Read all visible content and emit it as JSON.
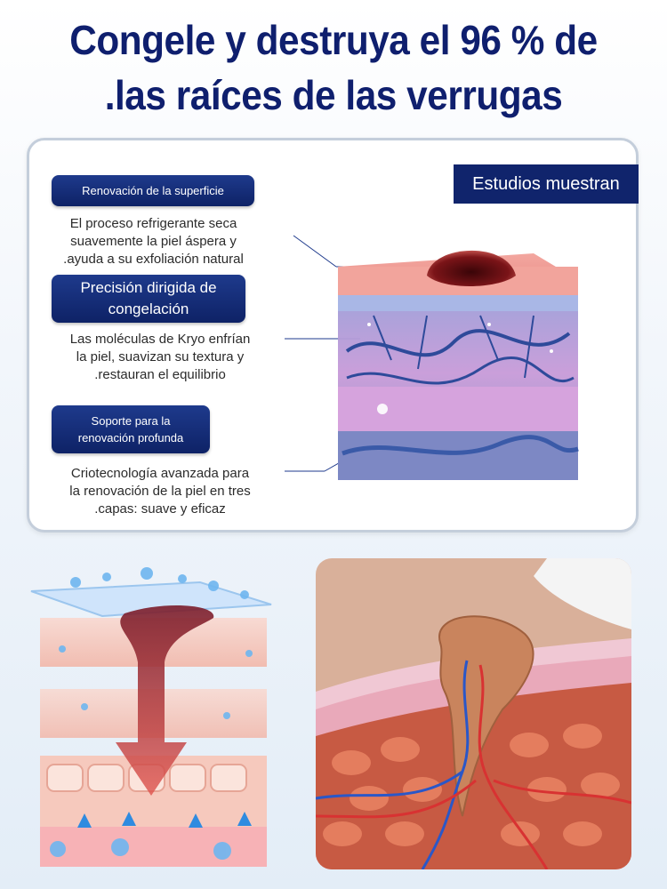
{
  "headline": {
    "line1": "Congele y destruya el 96 % de",
    "line2": ".las raíces de las verrugas"
  },
  "badge": {
    "label": "Estudios muestran"
  },
  "features": [
    {
      "title": "Renovación de la superficie",
      "description_lines": [
        "El proceso refrigerante seca",
        "suavemente la piel áspera y",
        ".ayuda a su exfoliación natural"
      ]
    },
    {
      "title_lines": [
        "Precisión dirigida de",
        "congelación"
      ],
      "description_lines": [
        "Las moléculas de Kryo enfrían",
        "la piel, suavizan su textura y",
        ".restauran el equilibrio"
      ]
    },
    {
      "title_lines": [
        "Soporte para la",
        "renovación profunda"
      ],
      "description_lines": [
        "Criotecnología avanzada para",
        "la renovación de la piel en tres",
        ".capas: suave y eficaz"
      ]
    }
  ],
  "colors": {
    "headline": "#0f1f6e",
    "tag_bg": "#14297a",
    "panel_border": "#c4cedb"
  },
  "icons": [
    "skin-layers-diagram",
    "freezing-layers-illustration",
    "wart-root-illustration"
  ]
}
